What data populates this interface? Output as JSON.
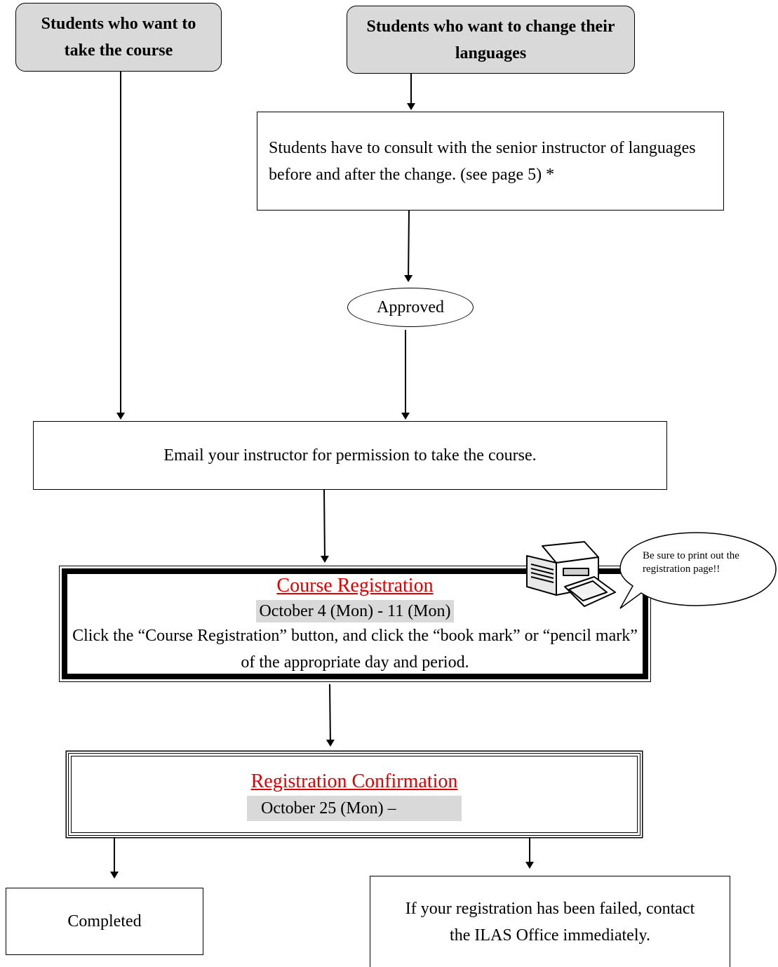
{
  "start": {
    "left_label": "Students who want to take the course",
    "right_label": "Students who want to change their languages"
  },
  "consult": {
    "text": "Students have to consult with the senior instructor of languages before and after the change. (see page 5) *"
  },
  "approved": {
    "label": "Approved"
  },
  "email": {
    "text": "Email your instructor for permission to take the course."
  },
  "registration": {
    "title": "Course Registration",
    "dates": "October 4 (Mon) - 11 (Mon)",
    "text": "Click the “Course Registration” button, and click the “book mark” or “pencil mark” of the appropriate day and period."
  },
  "callout": {
    "text": "Be sure to print out the registration page!!",
    "icon": "printer-icon"
  },
  "confirmation": {
    "title": "Registration Confirmation",
    "dates": "October 25 (Mon) –"
  },
  "completed": {
    "label": "Completed"
  },
  "failed": {
    "text": "If your registration has been failed, contact the ILAS Office immediately."
  },
  "colors": {
    "title_red": "#e00000",
    "start_fill": "#d9d9d9",
    "date_band": "#d9d9d9"
  }
}
